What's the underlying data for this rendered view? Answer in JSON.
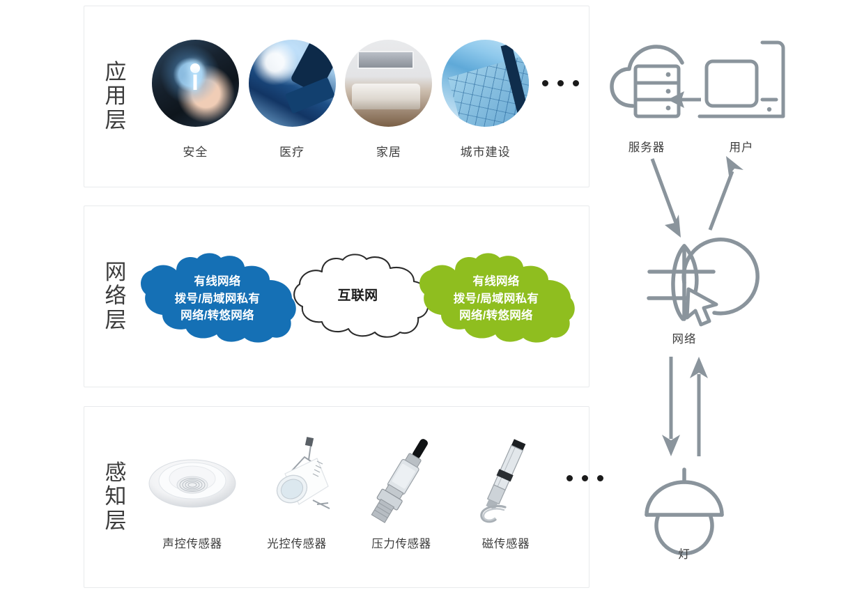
{
  "diagram": {
    "title": "IoT three-layer architecture",
    "colors": {
      "cloud_blue": "#1570b5",
      "cloud_green": "#8fbe1f",
      "cloud_white_fill": "#ffffff",
      "cloud_white_stroke": "#2b2b2b",
      "panel_border": "#e8eaec",
      "flow_icon_gray": "#8a949c",
      "text_dark": "#3d3d3d"
    },
    "layers": [
      {
        "id": "application",
        "label": "应用\n层",
        "label_plain": "应用层",
        "items": [
          {
            "caption": "安全",
            "icon": "security-photo-icon"
          },
          {
            "caption": "医疗",
            "icon": "medical-photo-icon"
          },
          {
            "caption": "家居",
            "icon": "home-photo-icon"
          },
          {
            "caption": "城市建设",
            "icon": "city-photo-icon"
          }
        ],
        "more_indicator": "•••"
      },
      {
        "id": "network",
        "label": "网络\n层",
        "label_plain": "网络层",
        "clouds": [
          {
            "id": "left",
            "text": "有线网络\n拨号/局域网私有\n网络/转悠网络",
            "fill": "#1570b5",
            "text_color": "#ffffff"
          },
          {
            "id": "center",
            "text": "互联网",
            "fill": "#ffffff",
            "text_color": "#1a1a1a"
          },
          {
            "id": "right",
            "text": "有线网络\n拨号/局域网私有\n网络/转悠网络",
            "fill": "#8fbe1f",
            "text_color": "#ffffff"
          }
        ]
      },
      {
        "id": "sensing",
        "label": "感知\n层",
        "label_plain": "感知层",
        "items": [
          {
            "caption": "声控传感器",
            "icon": "sound-sensor-icon"
          },
          {
            "caption": "光控传感器",
            "icon": "light-sensor-icon"
          },
          {
            "caption": "压力传感器",
            "icon": "pressure-sensor-icon"
          },
          {
            "caption": "磁传感器",
            "icon": "magnetic-sensor-icon"
          }
        ],
        "more_indicator": "•••"
      }
    ],
    "flow": {
      "nodes": [
        {
          "id": "server",
          "label": "服务器",
          "icon": "cloud-server-icon"
        },
        {
          "id": "user",
          "label": "用户",
          "icon": "laptop-phone-icon"
        },
        {
          "id": "network",
          "label": "网络",
          "icon": "globe-cursor-icon"
        },
        {
          "id": "lamp",
          "label": "灯",
          "icon": "pendant-lamp-icon"
        }
      ],
      "arrows": [
        {
          "from": "user",
          "to": "server",
          "direction": "left",
          "name": "arrow-user-to-server"
        },
        {
          "from": "server",
          "to": "network",
          "direction": "down-left",
          "name": "arrow-server-to-network"
        },
        {
          "from": "network",
          "to": "user",
          "direction": "up-right",
          "name": "arrow-network-to-user"
        },
        {
          "from": "network",
          "to": "lamp",
          "direction": "down",
          "name": "arrow-network-to-lamp"
        },
        {
          "from": "lamp",
          "to": "network",
          "direction": "up",
          "name": "arrow-lamp-to-network"
        }
      ]
    }
  }
}
